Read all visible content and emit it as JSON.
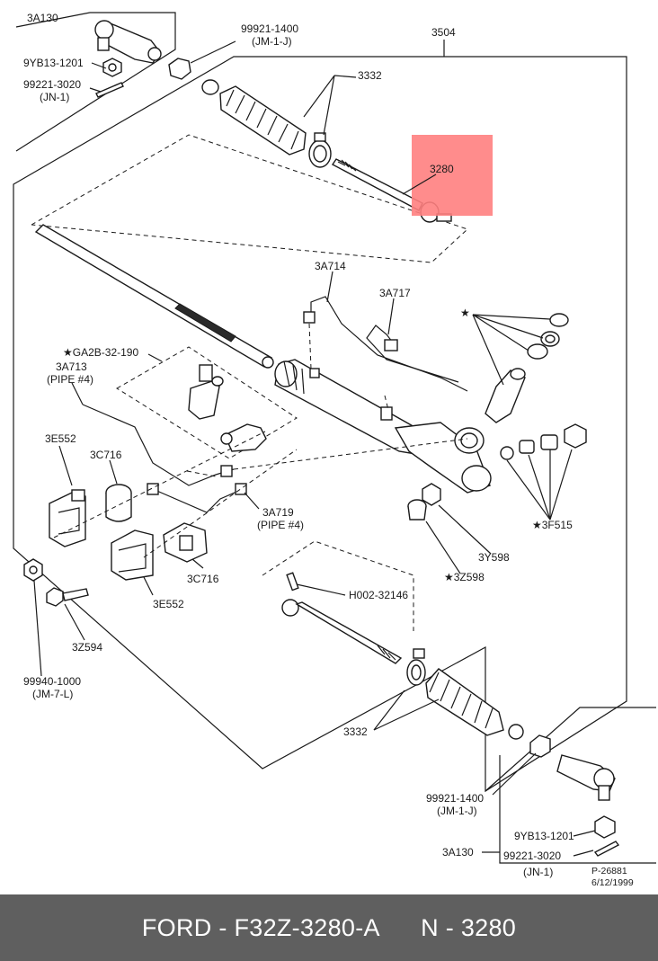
{
  "labels": {
    "tl_3a130": "3A130",
    "tl_9yb13": "9YB13-1201",
    "tl_99221": "99221-3020",
    "tl_jn1": "(JN-1)",
    "top_99921": "99921-1400",
    "top_jm1j": "(JM-1-J)",
    "l_3504": "3504",
    "top_3332": "3332",
    "l_3280": "3280",
    "l_3a714": "3A714",
    "l_3a717": "3A717",
    "star_top": "★",
    "l_ga2b": "★GA2B-32-190",
    "l_3a713": "3A713",
    "l_pipe1": "(PIPE #4)",
    "l_3e552a": "3E552",
    "l_3c716a": "3C716",
    "l_3a719": "3A719",
    "l_pipe2": "(PIPE #4)",
    "l_3f515": "★3F515",
    "l_3y598": "3Y598",
    "l_3z598": "★3Z598",
    "l_3c716b": "3C716",
    "l_3e552b": "3E552",
    "l_h002": "H002-32146",
    "l_3z594": "3Z594",
    "l_99940": "99940-1000",
    "l_jm7l": "(JM-7-L)",
    "bot_3332": "3332",
    "bot_99921": "99921-1400",
    "bot_jm1j": "(JM-1-J)",
    "br_9yb13": "9YB13-1201",
    "br_3a130": "3A130",
    "br_99221": "99221-3020",
    "br_jn1": "(JN-1)",
    "ref_code": "P-26881",
    "ref_date": "6/12/1999"
  },
  "highlight_color": "#ff8080",
  "footer": {
    "text": "FORD - F32Z-3280-A      N - 3280"
  }
}
